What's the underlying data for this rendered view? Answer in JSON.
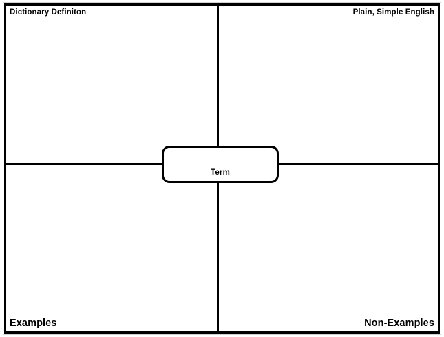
{
  "diagram": {
    "type": "frayer-model",
    "center": {
      "label": "Term"
    },
    "quadrants": [
      {
        "id": "dictionary-definition",
        "label": "Dictionary Definiton",
        "position": "top-left",
        "content": ""
      },
      {
        "id": "plain-simple-english",
        "label": "Plain, Simple English",
        "position": "top-right",
        "content": ""
      },
      {
        "id": "examples",
        "label": "Examples",
        "position": "bottom-left",
        "content": ""
      },
      {
        "id": "non-examples",
        "label": "Non-Examples",
        "position": "bottom-right",
        "content": ""
      }
    ],
    "colors": {
      "line": "#000000",
      "background": "#ffffff",
      "text": "#000000"
    }
  }
}
